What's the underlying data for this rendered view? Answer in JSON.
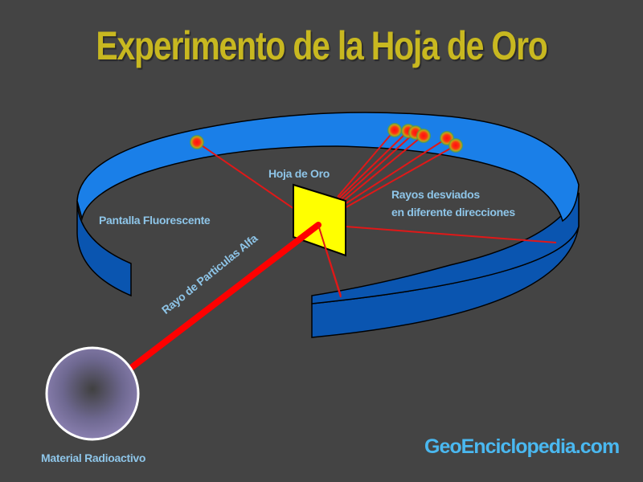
{
  "title": "Experimento de la Hoja de Oro",
  "labels": {
    "gold_foil": "Hoja de Oro",
    "deflected_rays_line1": "Rayos desviados",
    "deflected_rays_line2": "en diferente direcciones",
    "fluorescent_screen": "Pantalla Fluorescente",
    "alpha_ray": "Rayo de Particulas Alfa",
    "radioactive_material": "Material Radioactivo"
  },
  "brand": "GeoEnciclopedia.com",
  "colors": {
    "background": "#444444",
    "title": "#c8b820",
    "screen_top": "#1a7fe8",
    "screen_side": "#0a4fa8",
    "foil": "#ffff00",
    "ray": "#ff0000",
    "label": "#8ec5e8",
    "brand": "#4ab8f0",
    "source": "#8a80b0"
  }
}
